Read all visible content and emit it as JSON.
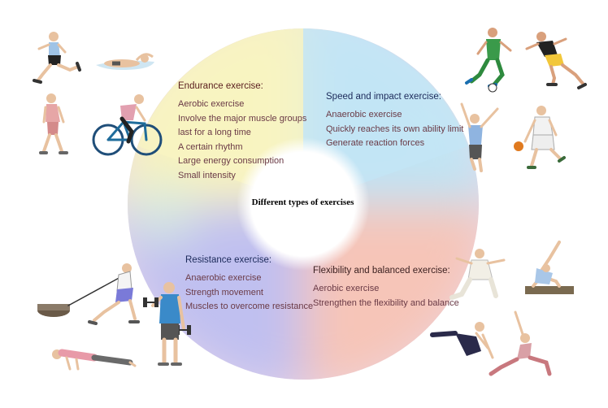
{
  "center": {
    "label": "Different types of exercises"
  },
  "sections": {
    "endurance": {
      "title": "Endurance exercise:",
      "items": [
        "Aerobic exercise",
        "Involve the major muscle groups",
        "last for a long time",
        "A certain rhythm",
        "Large energy consumption",
        "Small intensity"
      ]
    },
    "speed": {
      "title": "Speed and impact exercise:",
      "items": [
        "Anaerobic exercise",
        "Quickly reaches its own ability limit",
        "Generate reaction forces"
      ]
    },
    "resistance": {
      "title": "Resistance exercise:",
      "items": [
        "Anaerobic exercise",
        "Strength movement",
        "Muscles to overcome resistance"
      ]
    },
    "flexibility": {
      "title": "Flexibility and balanced exercise:",
      "items": [
        "Aerobic exercise",
        "Strengthen the flexibility and balance"
      ]
    }
  },
  "colors": {
    "endurance": "#f7f3c0",
    "speed": "#c6e6f5",
    "resistance": "#c6c6f0",
    "flexibility": "#f6c9bd",
    "title_text": "#5a1e1e"
  },
  "icons": [
    "runner-icon",
    "swimmer-icon",
    "walker-icon",
    "cyclist-icon",
    "soccer-player-icon",
    "sprinter-icon",
    "volleyball-player-icon",
    "basketball-player-icon",
    "sled-pull-icon",
    "dumbbell-lifter-icon",
    "push-up-icon",
    "tai-chi-icon",
    "balance-beam-icon",
    "yoga-stretch-icon",
    "lunge-stretch-icon"
  ]
}
